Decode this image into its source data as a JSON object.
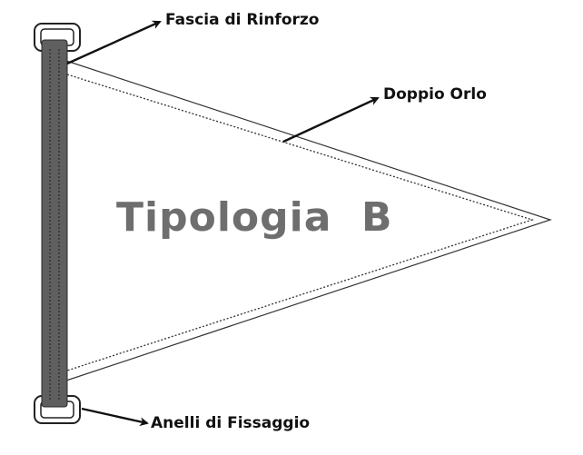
{
  "diagram": {
    "title": "Tipologia  B",
    "labels": {
      "reinforcement_band": "Fascia di Rinforzo",
      "double_hem": "Doppio Orlo",
      "fixing_rings": "Anelli di Fissaggio"
    },
    "colors": {
      "band_fill": "#5f5f5f",
      "title_text": "#6e6e6e",
      "outline": "#222222",
      "arrow": "#111111"
    },
    "icons": [
      "top-fixing-ring-icon",
      "bottom-fixing-ring-icon"
    ]
  }
}
